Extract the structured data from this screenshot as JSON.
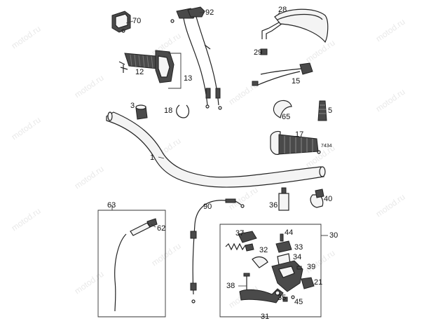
{
  "diagram": {
    "watermark": "motod.ru",
    "labels": {
      "p70": "70",
      "p92": "92",
      "p28": "28",
      "p12": "12",
      "p13": "13",
      "p29": "29",
      "p15": "15",
      "p3": "3",
      "p18": "18",
      "p65": "65",
      "p5": "5",
      "p17": "17",
      "p7434": "7434",
      "p1": "1",
      "p63": "63",
      "p62": "62",
      "p90": "90",
      "p36": "36",
      "p40": "40",
      "p37": "37",
      "p44": "44",
      "p30": "30",
      "p33": "33",
      "p32": "32",
      "p34": "34",
      "p39": "39",
      "p38": "38",
      "p21": "21",
      "p35": "35",
      "p45": "45",
      "p31": "31"
    }
  }
}
